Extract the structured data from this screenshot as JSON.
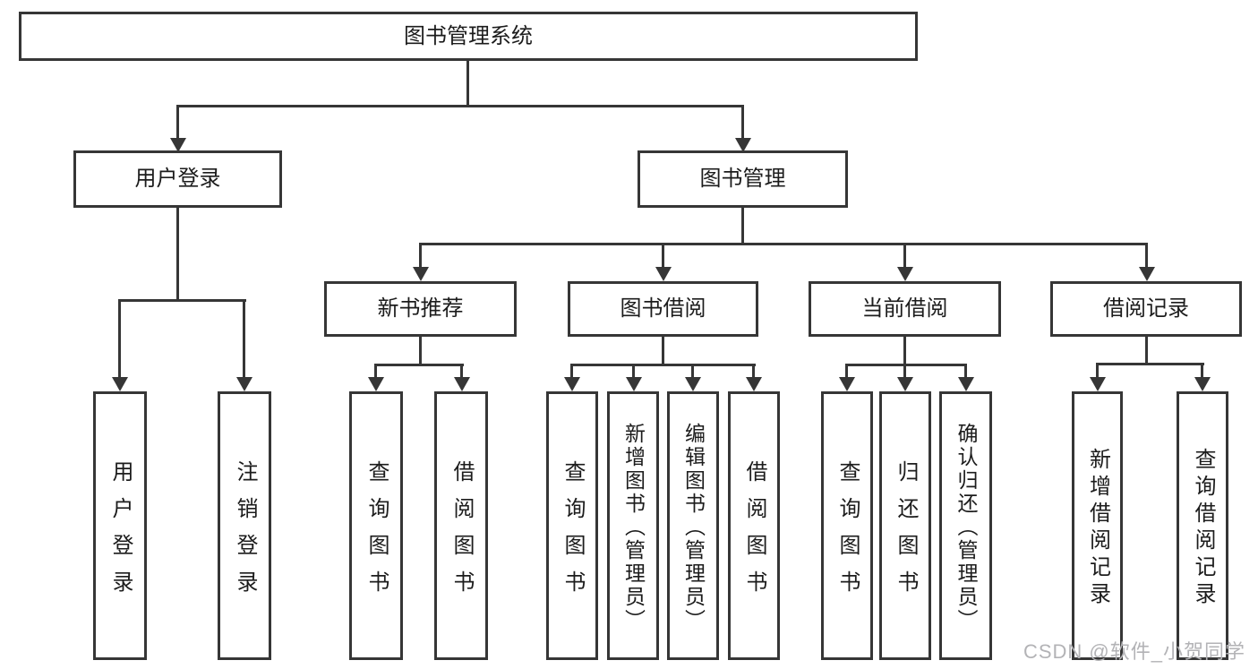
{
  "diagram": {
    "title": "图书管理系统",
    "level2": [
      {
        "label": "用户登录"
      },
      {
        "label": "图书管理"
      }
    ],
    "level3": [
      {
        "label": "新书推荐",
        "parent": "图书管理"
      },
      {
        "label": "图书借阅",
        "parent": "图书管理"
      },
      {
        "label": "当前借阅",
        "parent": "图书管理"
      },
      {
        "label": "借阅记录",
        "parent": "图书管理"
      }
    ],
    "leaves": [
      {
        "label": "用户登录",
        "parent": "用户登录"
      },
      {
        "label": "注销登录",
        "parent": "用户登录"
      },
      {
        "label": "查询图书",
        "parent": "新书推荐"
      },
      {
        "label": "借阅图书",
        "parent": "新书推荐"
      },
      {
        "label": "查询图书",
        "parent": "图书借阅"
      },
      {
        "label": "新增图书（管理员）",
        "parent": "图书借阅"
      },
      {
        "label": "编辑图书（管理员）",
        "parent": "图书借阅"
      },
      {
        "label": "借阅图书",
        "parent": "图书借阅"
      },
      {
        "label": "查询图书",
        "parent": "当前借阅"
      },
      {
        "label": "归还图书",
        "parent": "当前借阅"
      },
      {
        "label": "确认归还（管理员）",
        "parent": "当前借阅"
      },
      {
        "label": "新增借阅记录",
        "parent": "借阅记录"
      },
      {
        "label": "查询借阅记录",
        "parent": "借阅记录"
      }
    ],
    "watermark": "CSDN @软件_小贺同学",
    "colors": {
      "line": "#363636",
      "text": "#1c1c1c",
      "watermark": "#b3b3b6",
      "background": "#ffffff"
    }
  }
}
